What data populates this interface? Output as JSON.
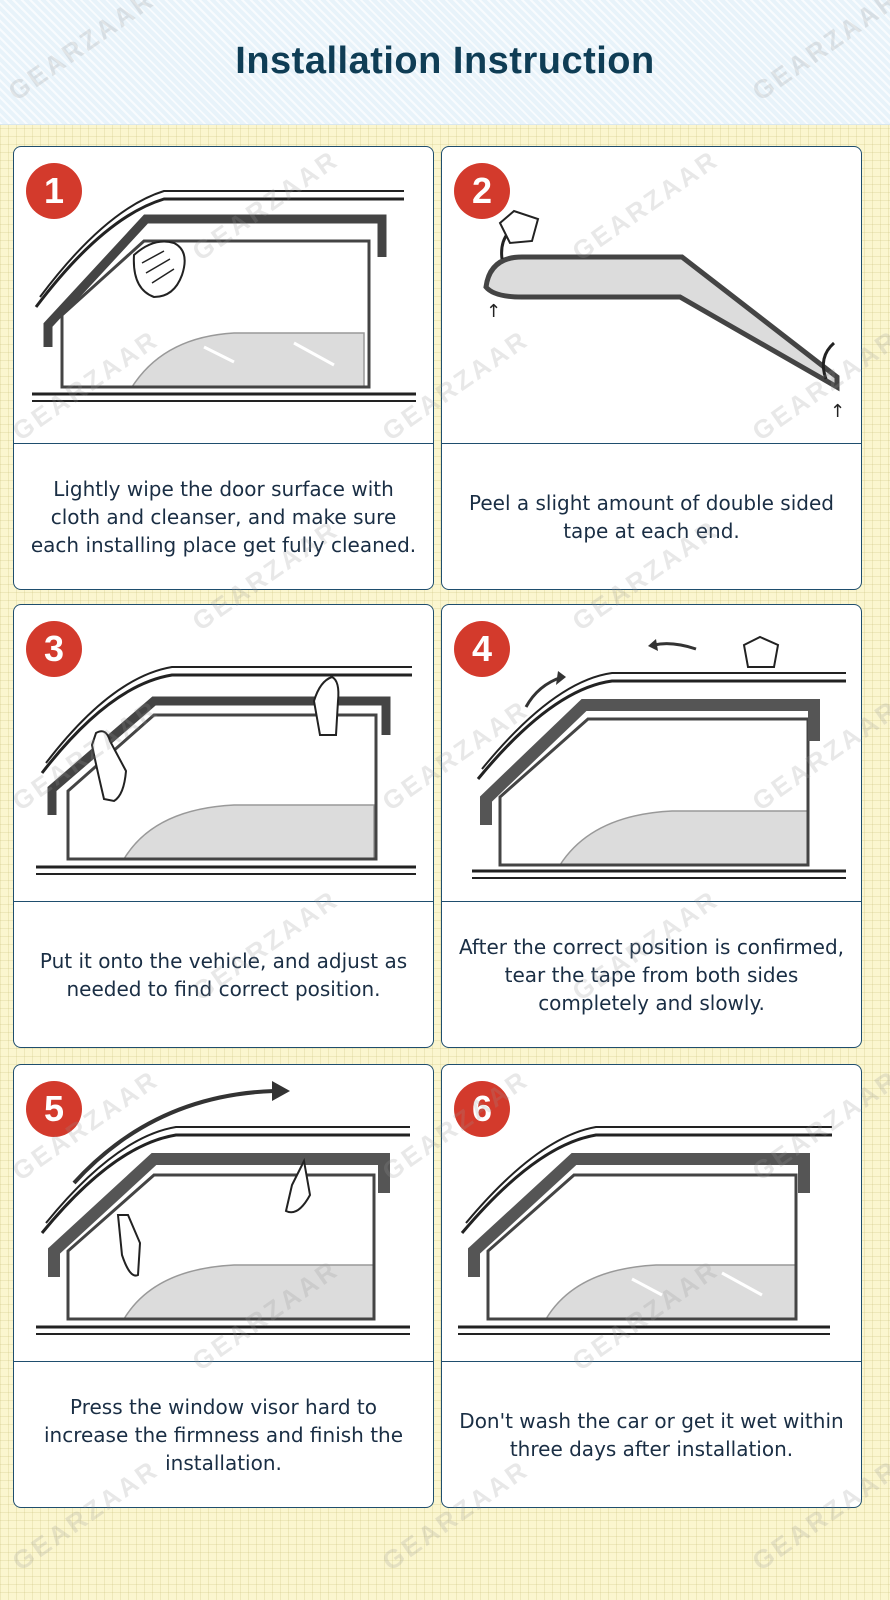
{
  "title": "Installation Instruction",
  "watermark": "GEARZAAR",
  "accent_color": "#d33a2c",
  "border_color": "#1f4e6e",
  "steps": [
    {
      "number": "1",
      "text": "Lightly wipe the door surface with cloth and cleanser, and make sure each installing place get fully cleaned.",
      "icon": "cloth-wipe-hand-icon"
    },
    {
      "number": "2",
      "text": "Peel a slight amount of double sided tape at each end.",
      "icon": "tape-peel-visor-icon"
    },
    {
      "number": "3",
      "text": "Put it onto the vehicle, and adjust as needed to find correct position.",
      "icon": "hands-position-visor-icon"
    },
    {
      "number": "4",
      "text": "After the correct position is confirmed, tear the tape from both sides completely and slowly.",
      "icon": "tear-tape-icon"
    },
    {
      "number": "5",
      "text": "Press the window visor hard to increase the firmness and finish the installation.",
      "icon": "press-visor-hand-icon"
    },
    {
      "number": "6",
      "text": "Don't wash the car or get it wet within three days after installation.",
      "icon": "installed-visor-icon"
    }
  ]
}
